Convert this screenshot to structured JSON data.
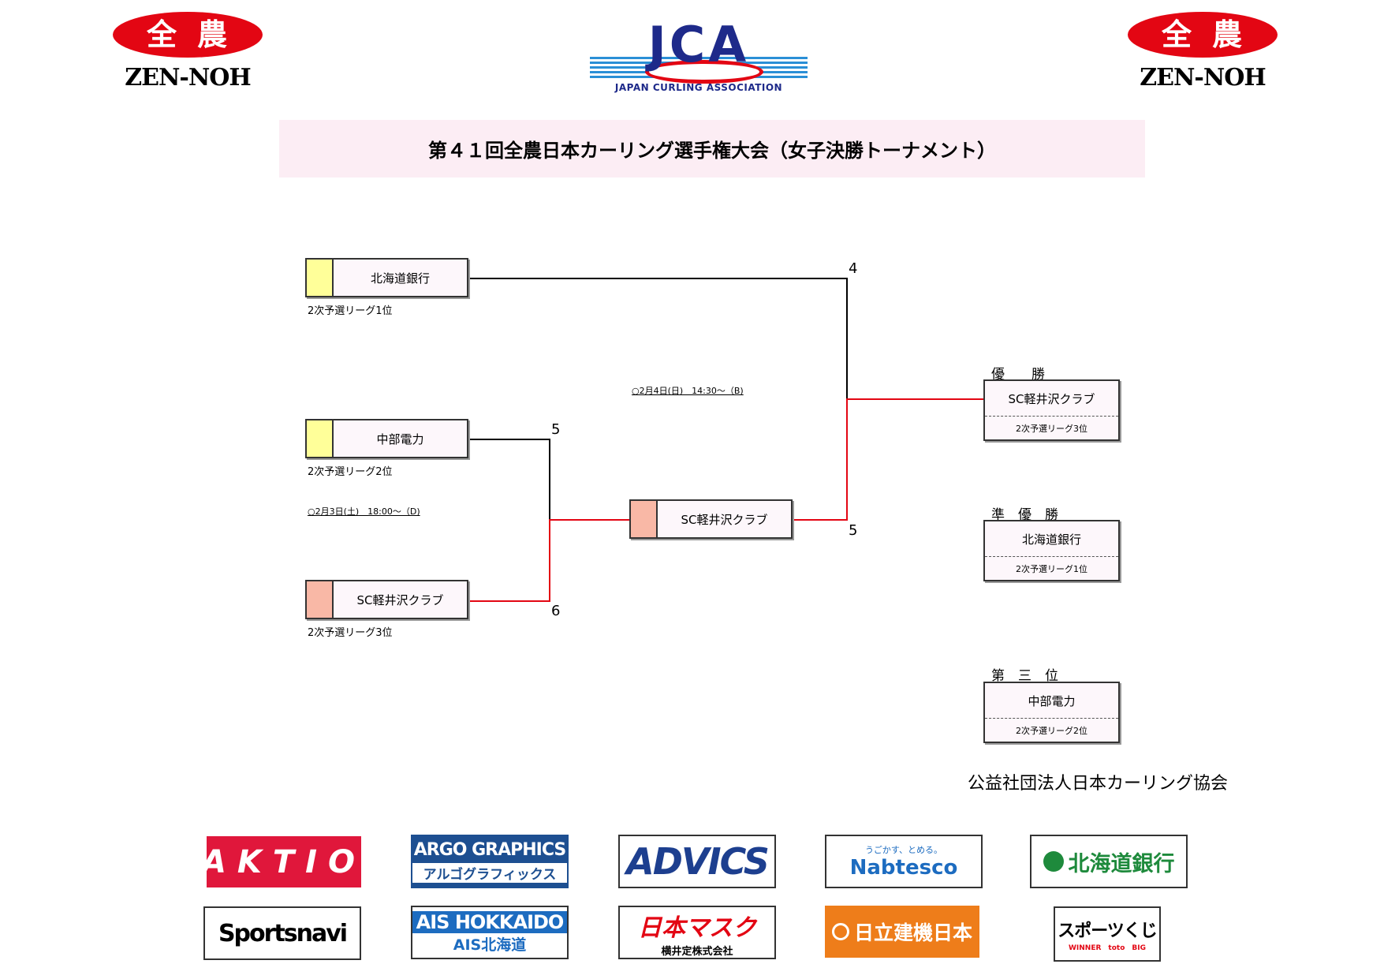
{
  "header": {
    "left_logo": {
      "kanji": "全農",
      "word": "ZEN-NOH"
    },
    "center_logo": {
      "letters": "JCA",
      "caption": "JAPAN CURLING ASSOCIATION"
    },
    "right_logo": {
      "kanji": "全農",
      "word": "ZEN-NOH"
    }
  },
  "title": "第４１回全農日本カーリング選手権大会（女子決勝トーナメント）",
  "bracket": {
    "semi_top": {
      "team": "北海道銀行",
      "seed": "2次予選リーグ1位"
    },
    "qf_top": {
      "team": "中部電力",
      "seed": "2次予選リーグ2位"
    },
    "qf_bottom": {
      "team": "SC軽井沢クラブ",
      "seed": "2次予選リーグ3位"
    },
    "qf_winner": {
      "team": "SC軽井沢クラブ"
    },
    "schedule_qf": "○2月3日(土)　18:00～（D)",
    "schedule_final": "○2月4日(日)　14:30～（B)",
    "scores": {
      "qf_top": "5",
      "qf_bottom": "6",
      "final_top": "4",
      "final_bottom": "5"
    },
    "line_color_win": "#e30613"
  },
  "results": {
    "champion": {
      "label": "優　　勝",
      "team": "SC軽井沢クラブ",
      "seed": "2次予選リーグ3位"
    },
    "runner_up": {
      "label": "準　優　勝",
      "team": "北海道銀行",
      "seed": "2次予選リーグ1位"
    },
    "third": {
      "label": "第　三　位",
      "team": "中部電力",
      "seed": "2次予選リーグ2位"
    }
  },
  "organization": "公益社団法人日本カーリング協会",
  "sponsors": {
    "aktio": "AKTIO",
    "argo_en": "ARGO GRAPHICS",
    "argo_jp": "アルゴグラフィックス",
    "advics": "ADVICS",
    "nabtesco_tag": "うごかす、とめる。",
    "nabtesco": "Nabtesco",
    "hokkaido_bank": "北海道銀行",
    "sportsnavi": "Sportsnavi",
    "ais_en": "AIS HOKKAIDO",
    "ais_jp": "AIS北海道",
    "nihon_mask": "日本マスク",
    "nihon_mask_sub": "横井定株式会社",
    "hitachi": "日立建機日本",
    "sports_kuji": "スポーツくじ",
    "kuji_sub": "WINNER　toto　BIG"
  }
}
